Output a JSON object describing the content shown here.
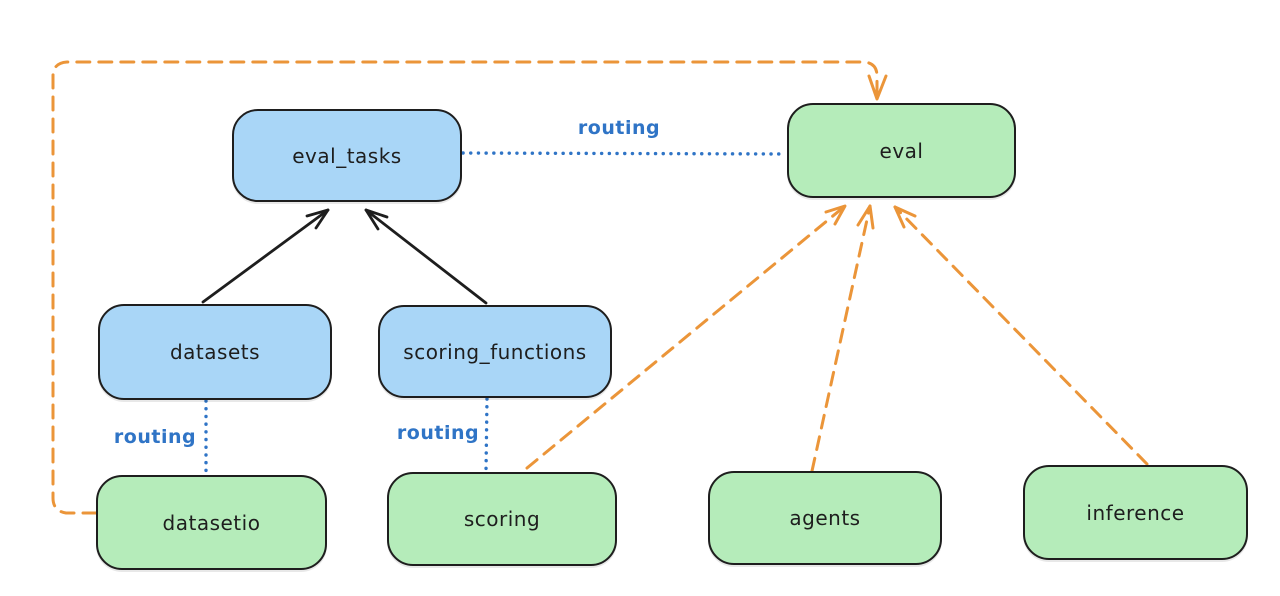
{
  "diagram": {
    "type": "architecture-diagram",
    "nodes": {
      "eval_tasks": {
        "label": "eval_tasks",
        "fill": "blue"
      },
      "eval": {
        "label": "eval",
        "fill": "green"
      },
      "datasets": {
        "label": "datasets",
        "fill": "blue"
      },
      "scoring_functions": {
        "label": "scoring_functions",
        "fill": "blue"
      },
      "datasetio": {
        "label": "datasetio",
        "fill": "green"
      },
      "scoring": {
        "label": "scoring",
        "fill": "green"
      },
      "agents": {
        "label": "agents",
        "fill": "green"
      },
      "inference": {
        "label": "inference",
        "fill": "green"
      }
    },
    "edges": [
      {
        "from": "eval_tasks",
        "to": "eval",
        "style": "dotted-blue",
        "label": "routing"
      },
      {
        "from": "datasets",
        "to": "datasetio",
        "style": "dotted-blue",
        "label": "routing"
      },
      {
        "from": "scoring_functions",
        "to": "scoring",
        "style": "dotted-blue",
        "label": "routing"
      },
      {
        "from": "datasets",
        "to": "eval_tasks",
        "style": "solid-black-arrow"
      },
      {
        "from": "scoring_functions",
        "to": "eval_tasks",
        "style": "solid-black-arrow"
      },
      {
        "from": "datasetio",
        "to": "eval",
        "style": "dashed-orange-arrow"
      },
      {
        "from": "scoring",
        "to": "eval",
        "style": "dashed-orange-arrow"
      },
      {
        "from": "agents",
        "to": "eval",
        "style": "dashed-orange-arrow"
      },
      {
        "from": "inference",
        "to": "eval",
        "style": "dashed-orange-arrow"
      }
    ]
  },
  "colors": {
    "background": "#ffffff",
    "node_fill_blue": "#a9d6f7",
    "node_fill_green": "#b5ecba",
    "node_stroke": "#1e1e1e",
    "arrow_orange": "#eb9539",
    "routing_blue": "#2f74c6"
  }
}
